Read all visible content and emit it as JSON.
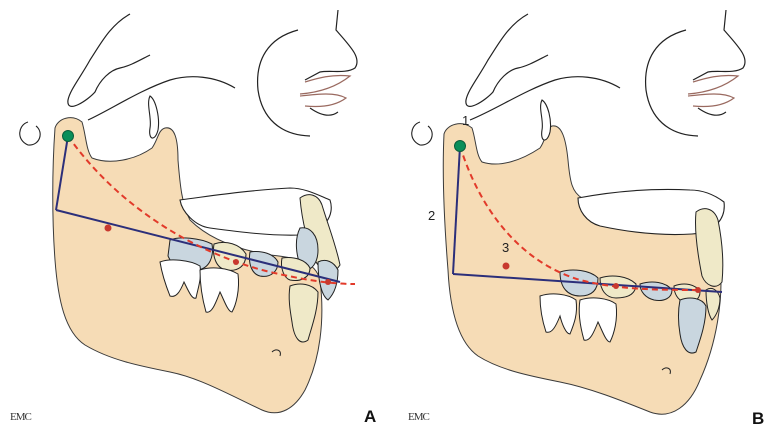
{
  "panels": [
    {
      "id": "A",
      "letter": "A",
      "logo": "EMC",
      "labels": []
    },
    {
      "id": "B",
      "letter": "B",
      "logo": "EMC",
      "labels": [
        {
          "text": "1"
        },
        {
          "text": "2"
        },
        {
          "text": "3"
        }
      ]
    }
  ],
  "colors": {
    "bone_fill": "#f6dcb6",
    "bone_stroke": "#3a3a3a",
    "tooth_fill": "#efe9c8",
    "tooth_shade": "#c9d6df",
    "outline": "#222222",
    "plane_line": "#2c2f7a",
    "curve": "#e23a2a",
    "condyle_dot": "#0a8f5a",
    "center_dot": "#c8392e",
    "lip_stroke": "#9a6a60"
  }
}
